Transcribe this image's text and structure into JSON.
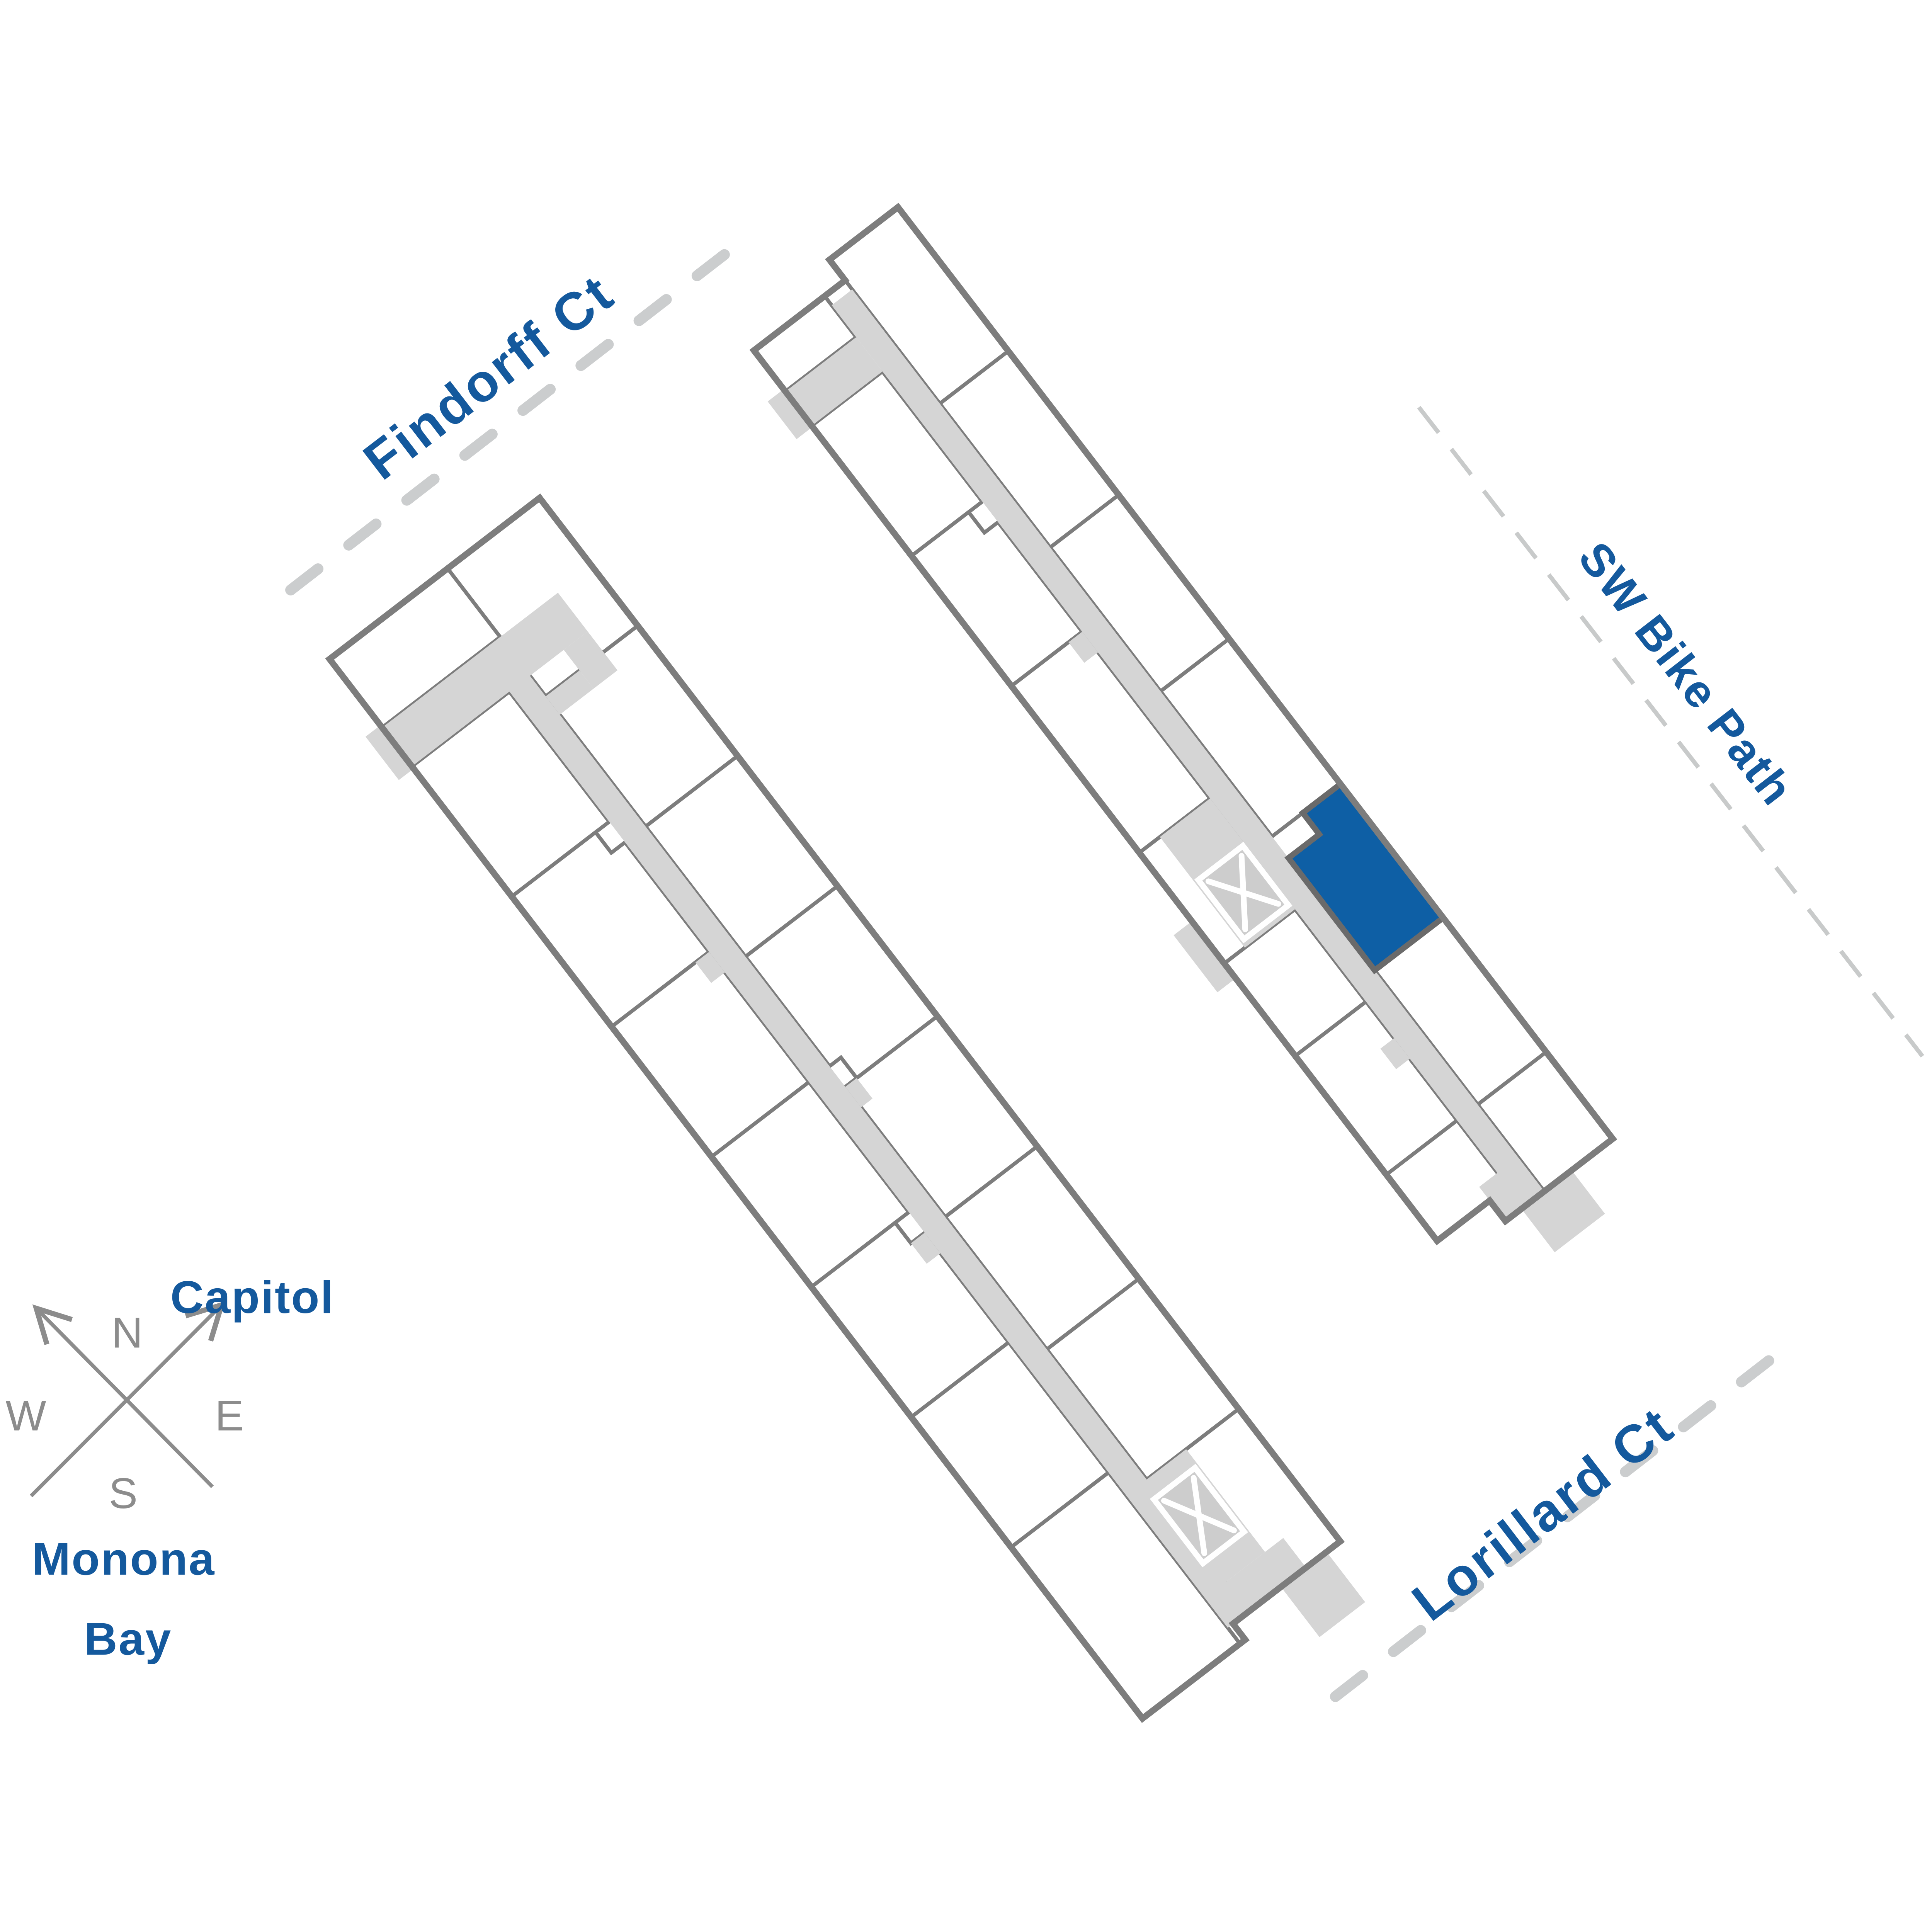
{
  "map": {
    "background_color": "#ffffff",
    "streets": {
      "findorff": {
        "label": "Findorff Ct"
      },
      "sw_bike_path": {
        "label": "SW Bike Path"
      },
      "lorillard": {
        "label": "Lorillard Ct"
      }
    },
    "landmarks": {
      "capitol": {
        "label": "Capitol"
      },
      "monona_bay": {
        "line1": "Monona",
        "line2": "Bay"
      }
    },
    "compass": {
      "north": "N",
      "east": "E",
      "south": "S",
      "west": "W"
    },
    "buildings": {
      "north_building": {
        "units_visible": 15,
        "elevators": 1,
        "highlighted_units": 1
      },
      "south_building": {
        "units_visible": 16,
        "elevators": 1,
        "highlighted_units": 0
      }
    },
    "elevator_symbol": "X",
    "colors": {
      "highlighted_unit": "#0e5fa5",
      "unit_fill": "#ffffff",
      "unit_outline": "#7d7d7d",
      "corridor": "#d5d5d5",
      "elevator_fill": "#cdcdcd",
      "street_dash": "#cbcdce",
      "bike_path_dash": "#c8caca",
      "label_blue": "#14599d",
      "compass_gray": "#8c8c8c"
    }
  }
}
